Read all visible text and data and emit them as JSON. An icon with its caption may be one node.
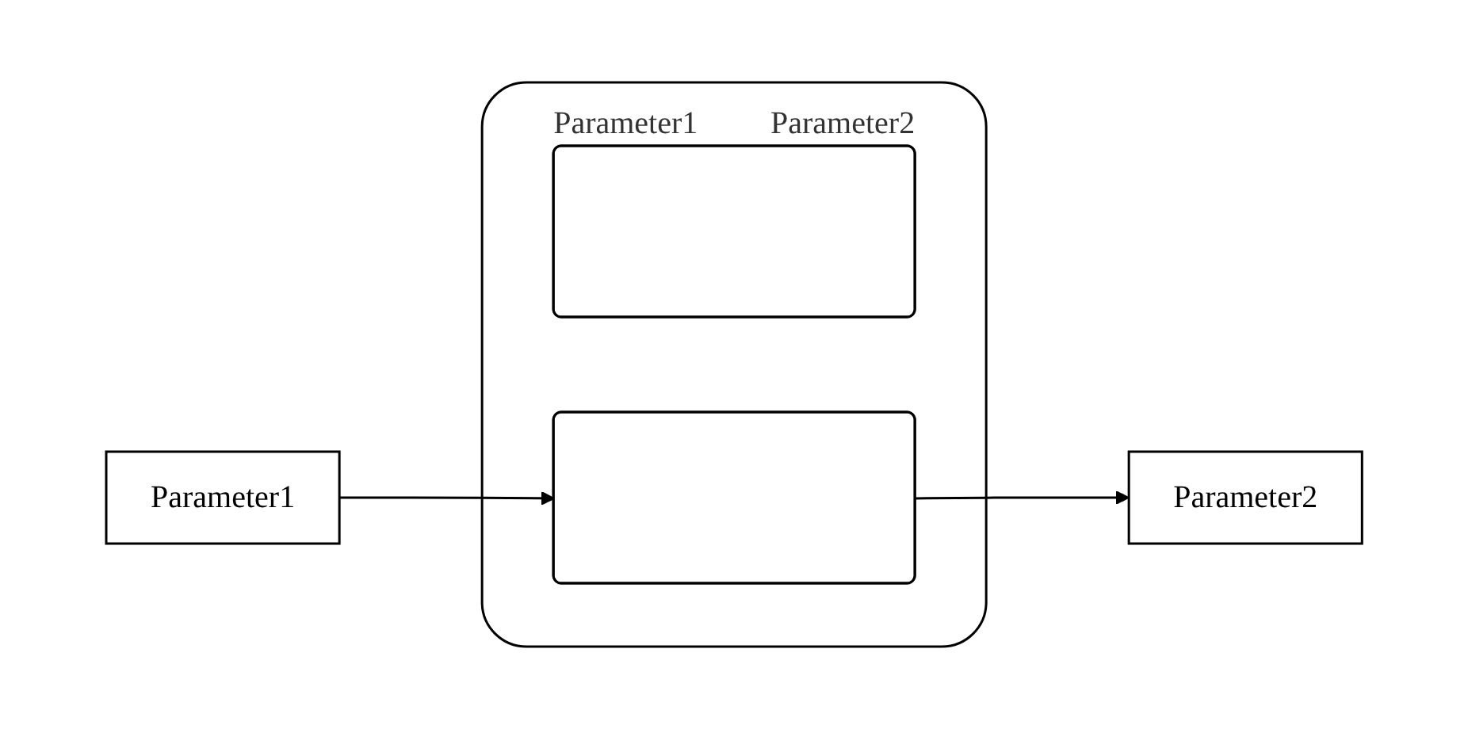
{
  "diagram": {
    "nodes": [
      {
        "text": [],
        "shape": "box"
      },
      {
        "text": [],
        "shape": "box",
        "in": 0,
        "beside": [
          "Parameter1",
          "Parameter2"
        ]
      },
      {
        "text": [],
        "shape": "box",
        "in": 0
      },
      {
        "text": [
          "Parameter1"
        ]
      },
      {
        "text": [
          "Parameter2"
        ]
      }
    ],
    "edges": [
      {
        "from": 3,
        "to": 2,
        "arrow": "to"
      },
      {
        "from": 2,
        "to": 4,
        "arrow": "to"
      }
    ]
  }
}
